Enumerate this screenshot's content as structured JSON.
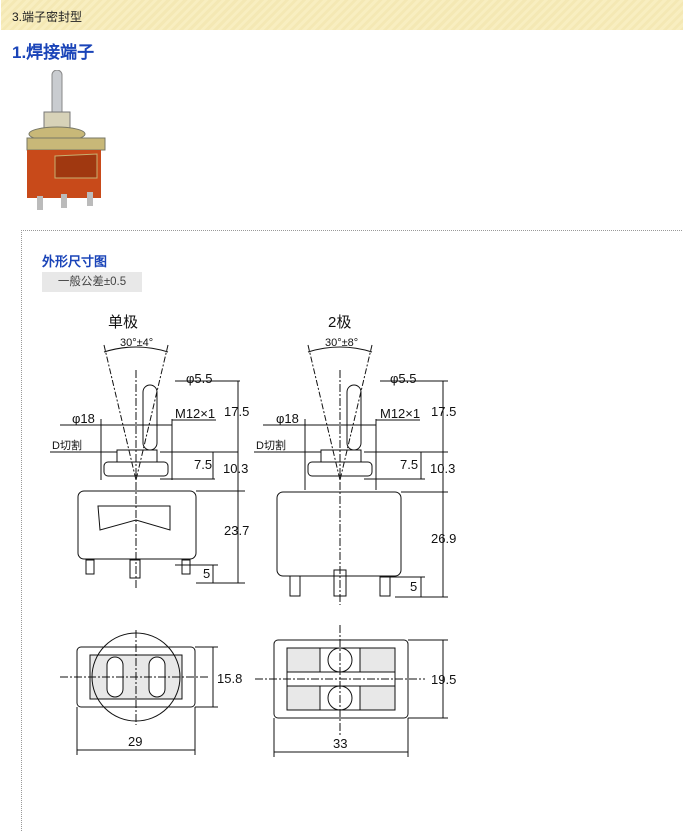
{
  "section_header": "3.端子密封型",
  "title": "1.焊接端子",
  "drawing_heading": "外形尺寸图",
  "tolerance_badge": "一般公差±0.5",
  "single_pole": {
    "label": "单极",
    "angle": "30°±4°",
    "lever_dia": "φ5.5",
    "height_lever": "17.5",
    "bushing_dia": "φ18",
    "thread": "M12×1",
    "d_cut": "D切割",
    "nut": "7.5",
    "bushing_h": "10.3",
    "body_h": "23.7",
    "terminal": "5",
    "bottom_h": "15.8",
    "bottom_w": "29"
  },
  "double_pole": {
    "label": "2极",
    "angle": "30°±8°",
    "lever_dia": "φ5.5",
    "height_lever": "17.5",
    "bushing_dia": "φ18",
    "thread": "M12×1",
    "d_cut": "D切割",
    "nut": "7.5",
    "bushing_h": "10.3",
    "body_h": "26.9",
    "terminal": "5",
    "bottom_h": "19.5",
    "bottom_w": "33"
  }
}
